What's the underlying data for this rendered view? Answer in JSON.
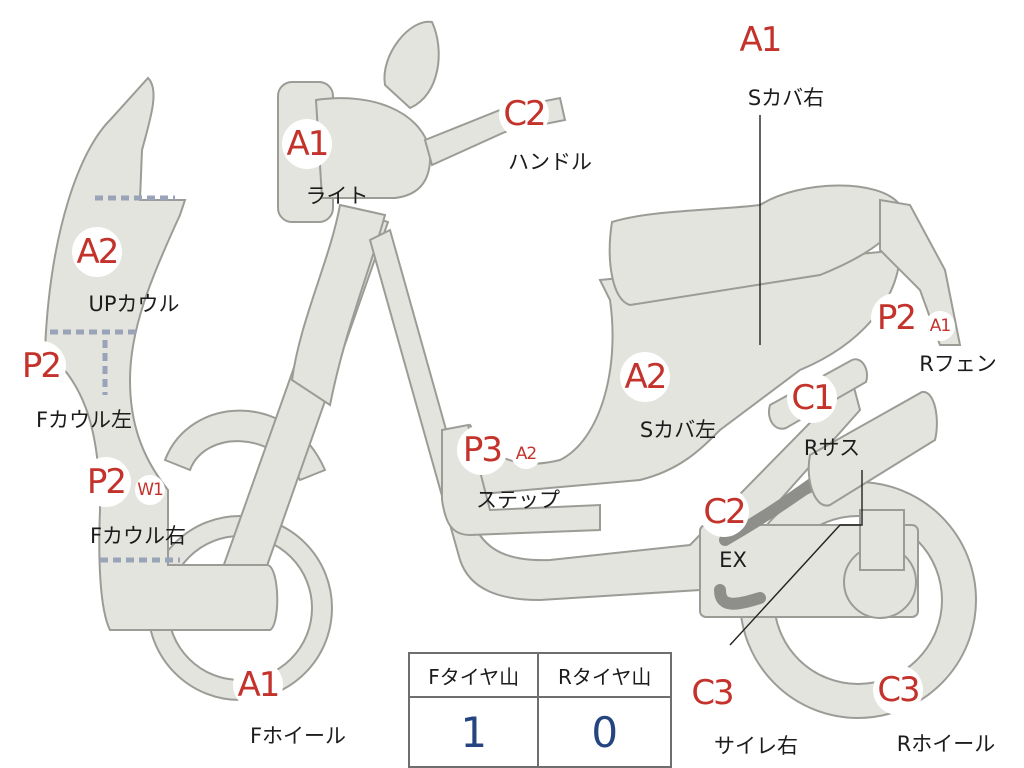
{
  "parts": [
    {
      "id": "light",
      "grade": "A1",
      "label": "ライト"
    },
    {
      "id": "handle",
      "grade": "C2",
      "label": "ハンドル"
    },
    {
      "id": "up-cowl",
      "grade": "A2",
      "label": "UPカウル"
    },
    {
      "id": "f-cowl-left",
      "grade": "P2",
      "label": "Fカウル左"
    },
    {
      "id": "f-cowl-right",
      "grade": "P2",
      "sub_grade": "W1",
      "label": "Fカウル右"
    },
    {
      "id": "f-wheel",
      "grade": "A1",
      "label": "Fホイール"
    },
    {
      "id": "s-cover-right",
      "grade": "A1",
      "label": "Sカバ右"
    },
    {
      "id": "s-cover-left",
      "grade": "A2",
      "label": "Sカバ左"
    },
    {
      "id": "step",
      "grade": "P3",
      "sub_grade": "A2",
      "label": "ステップ"
    },
    {
      "id": "r-fender",
      "grade": "P2",
      "sub_grade": "A1",
      "label": "Rフェン"
    },
    {
      "id": "r-suspension",
      "grade": "C1",
      "label": "Rサス"
    },
    {
      "id": "exhaust",
      "grade": "C2",
      "label": "EX"
    },
    {
      "id": "silencer-right",
      "grade": "C3",
      "label": "サイレ右"
    },
    {
      "id": "r-wheel",
      "grade": "C3",
      "label": "Rホイール"
    }
  ],
  "tire_table": {
    "headers": [
      "Fタイヤ山",
      "Rタイヤ山"
    ],
    "values": [
      "1",
      "0"
    ]
  }
}
